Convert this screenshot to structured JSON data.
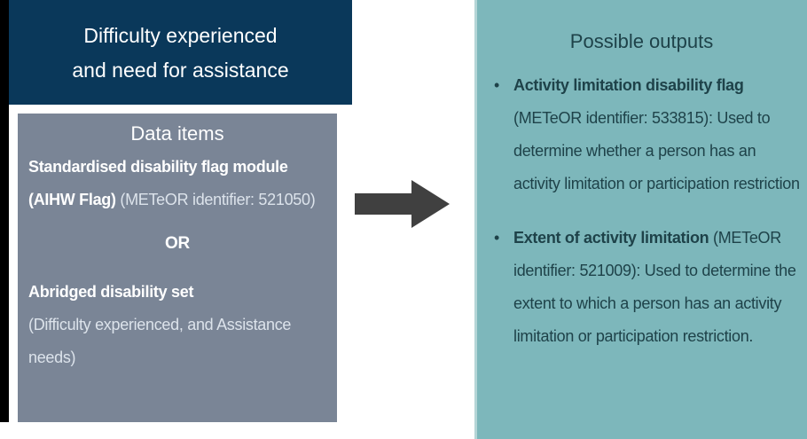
{
  "colors": {
    "navy_box": "#0a385a",
    "gray_box": "#7a8596",
    "teal_box": "#7db7bb",
    "arrow": "#404040",
    "black_edge": "#000000",
    "dark_text": "#1e4249",
    "white_text": "#ffffff",
    "dim_white_text": "#dce3eb"
  },
  "input_header": {
    "line1": "Difficulty experienced",
    "line2": "and need for assistance"
  },
  "data_items_box": {
    "title": "Data items",
    "item1_bold": "Standardised disability flag module (AIHW Flag)",
    "item1_regular": "(METeOR identifier: 521050)",
    "or_label": "OR",
    "item2_bold": "Abridged disability set",
    "item2_regular": "(Difficulty experienced, and Assistance needs)"
  },
  "arrow": {
    "icon": "right-arrow"
  },
  "outputs_box": {
    "title": "Possible outputs",
    "bullet_glyph": "•",
    "bullets": [
      {
        "bold": "Activity limitation disability flag",
        "regular": "(METeOR identifier: 533815): Used to determine whether a person has an activity limitation or participation restriction"
      },
      {
        "bold": "Extent of activity limitation",
        "regular": "(METeOR  identifier: 521009): Used to determine the extent to which a person has an activity limitation or participation restriction."
      }
    ]
  }
}
